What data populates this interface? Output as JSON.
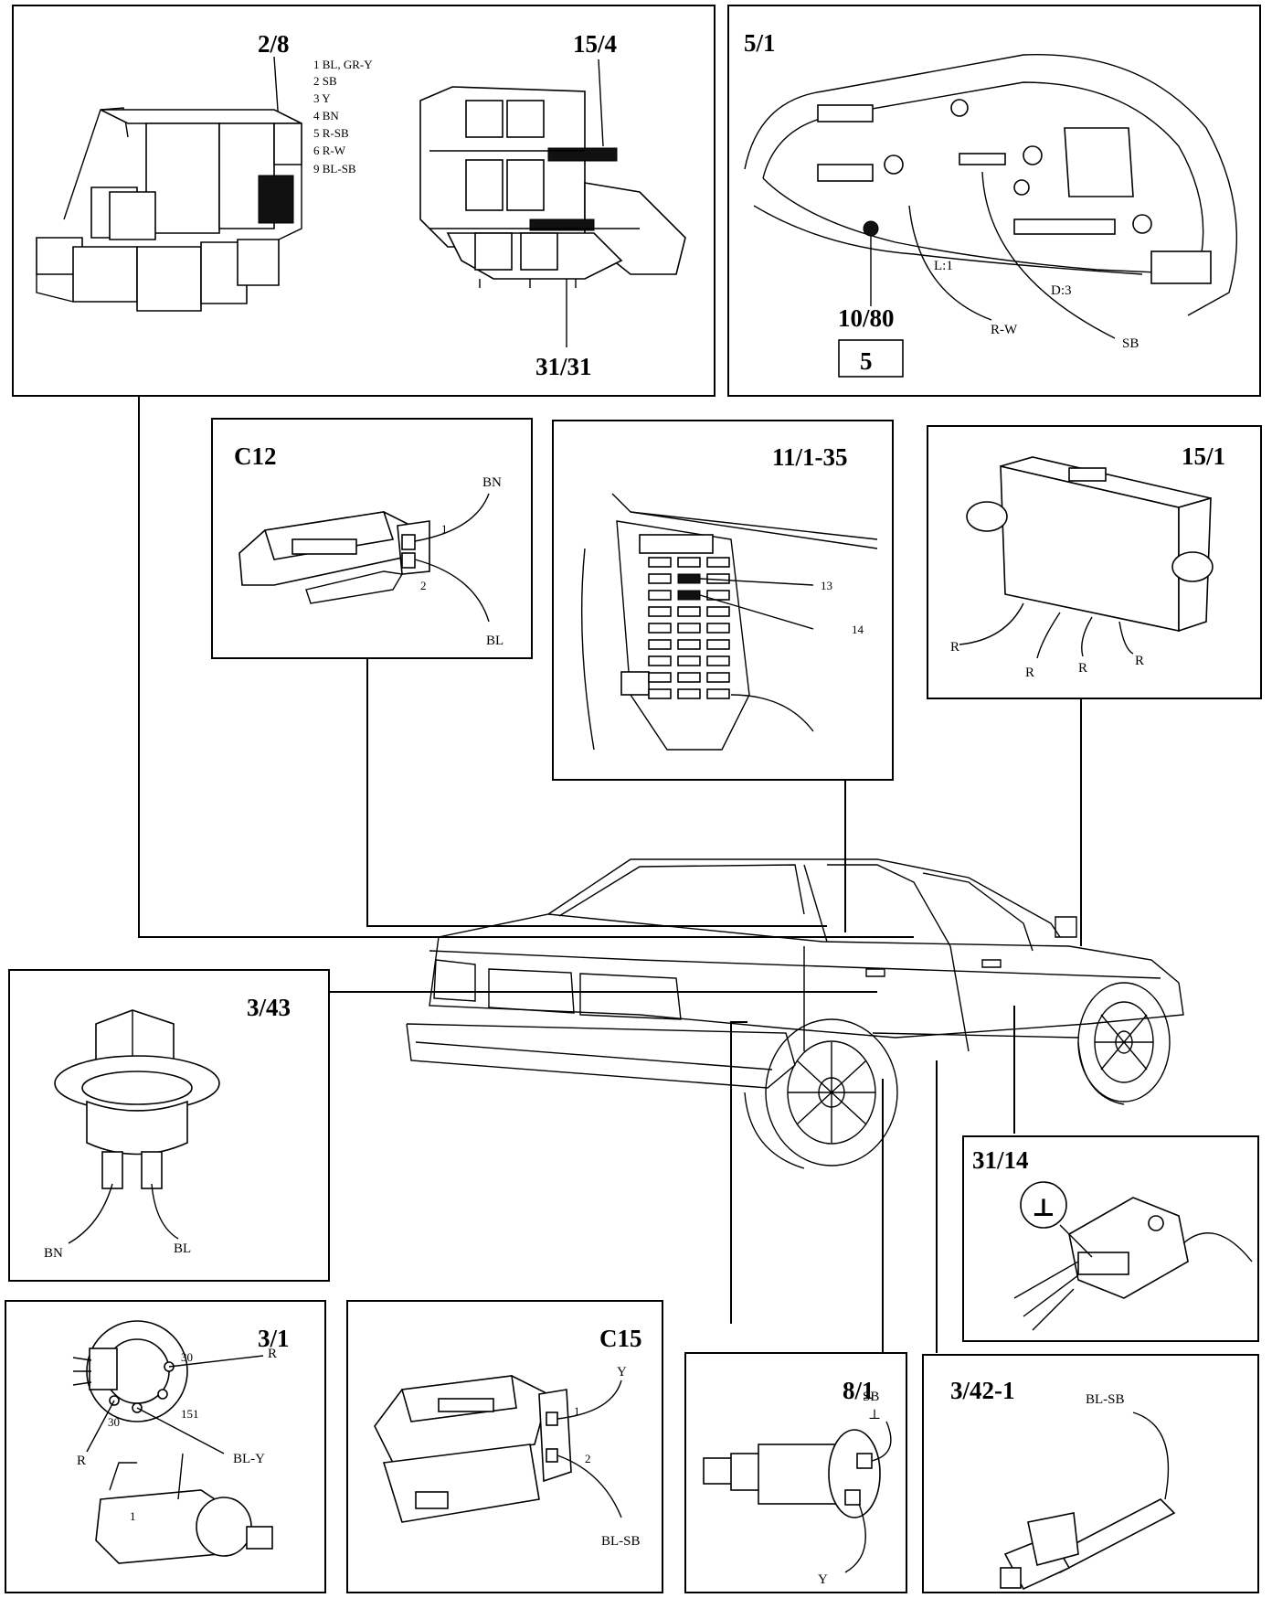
{
  "panels": {
    "p2_8": {
      "label": "2/8",
      "wire_legend": [
        "1 BL, GR-Y",
        "2 SB",
        "3 Y",
        "4 BN",
        "5 R-SB",
        "6 R-W",
        "9 BL-SB"
      ]
    },
    "p15_4": {
      "label": "15/4",
      "sublabel": "31/31"
    },
    "p5_1": {
      "label": "5/1",
      "sublabel": "10/80",
      "boxed_number": "5",
      "pin_l": "L:1",
      "pin_d": "D:3",
      "wire_rw": "R-W",
      "wire_sb": "SB"
    },
    "pC12": {
      "label": "C12",
      "wire1": "BN",
      "wire2": "BL",
      "pin1": "1",
      "pin2": "2"
    },
    "p11_1_35": {
      "label": "11/1-35",
      "fuse_a": "13",
      "fuse_b": "14"
    },
    "p15_1": {
      "label": "15/1",
      "wires": [
        "R",
        "R",
        "R",
        "R"
      ]
    },
    "p3_43": {
      "label": "3/43",
      "wire1": "BN",
      "wire2": "BL"
    },
    "p31_14": {
      "label": "31/14",
      "ground_symbol": "⊥"
    },
    "p3_1": {
      "label": "3/1",
      "term_30a": "30",
      "term_30b": "30",
      "term_151": "151",
      "wire_r1": "R",
      "wire_r2": "R",
      "wire_bly": "BL-Y",
      "pin1": "1"
    },
    "pC15": {
      "label": "C15",
      "wire1": "Y",
      "wire2": "BL-SB",
      "pin1": "1",
      "pin2": "2"
    },
    "p8_1": {
      "label": "8/1",
      "wire_sb": "SB",
      "ground_symbol": "⊥",
      "wire_y": "Y"
    },
    "p3_42_1": {
      "label": "3/42-1",
      "wire": "BL-SB"
    }
  }
}
